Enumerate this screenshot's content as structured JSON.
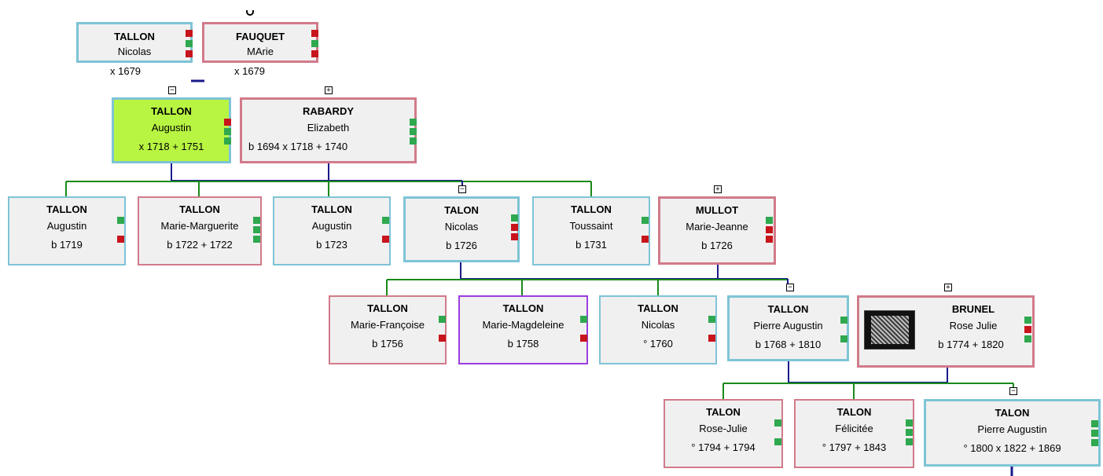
{
  "colors": {
    "male_border": "#7ec4d6",
    "female_border": "#d27a8a",
    "unknown_border": "#9b3de0",
    "selected_bg": "#b8f542",
    "union_line": "#1a1a8c",
    "child_line": "#1a8a1a",
    "marker_green": "#2fa84f",
    "marker_red": "#c8141c"
  },
  "icons": {
    "collapse": "minus-box-icon",
    "expand": "plus-box-icon"
  },
  "toggles": {
    "collapse": "−",
    "expand": "+"
  },
  "gen1": {
    "husband": {
      "surname": "TALLON",
      "given": "Nicolas",
      "marriage": "x 1679"
    },
    "wife": {
      "surname": "FAUQUET",
      "given": "MArie",
      "marriage": "x 1679"
    }
  },
  "gen2": {
    "augustin": {
      "surname": "TALLON",
      "given": "Augustin",
      "dates": "x 1718   + 1751"
    },
    "elizabeth": {
      "surname": "RABARDY",
      "given": "Elizabeth",
      "dates": "b 1694   x 1718   + 1740"
    }
  },
  "gen3": [
    {
      "surname": "TALLON",
      "given": "Augustin",
      "dates": "b 1719"
    },
    {
      "surname": "TALLON",
      "given": "Marie-Marguerite",
      "dates": "b 1722   + 1722"
    },
    {
      "surname": "TALLON",
      "given": "Augustin",
      "dates": "b 1723"
    },
    {
      "surname": "TALON",
      "given": "Nicolas",
      "dates": "b 1726"
    },
    {
      "surname": "TALLON",
      "given": "Toussaint",
      "dates": "b 1731"
    },
    {
      "surname": "MULLOT",
      "given": "Marie-Jeanne",
      "dates": "b 1726"
    }
  ],
  "gen4": [
    {
      "surname": "TALLON",
      "given": "Marie-Françoise",
      "dates": "b 1756"
    },
    {
      "surname": "TALLON",
      "given": "Marie-Magdeleine",
      "dates": "b 1758"
    },
    {
      "surname": "TALLON",
      "given": "Nicolas",
      "dates": "° 1760"
    },
    {
      "surname": "TALLON",
      "given": "Pierre Augustin",
      "dates": "b 1768   + 1810"
    },
    {
      "surname": "BRUNEL",
      "given": "Rose Julie",
      "dates": "b 1774   + 1820"
    }
  ],
  "gen5": [
    {
      "surname": "TALON",
      "given": "Rose-Julie",
      "dates": "° 1794   + 1794"
    },
    {
      "surname": "TALON",
      "given": "Félicitée",
      "dates": "° 1797   + 1843"
    },
    {
      "surname": "TALON",
      "given": "Pierre Augustin",
      "dates": "° 1800   x 1822   + 1869"
    }
  ]
}
